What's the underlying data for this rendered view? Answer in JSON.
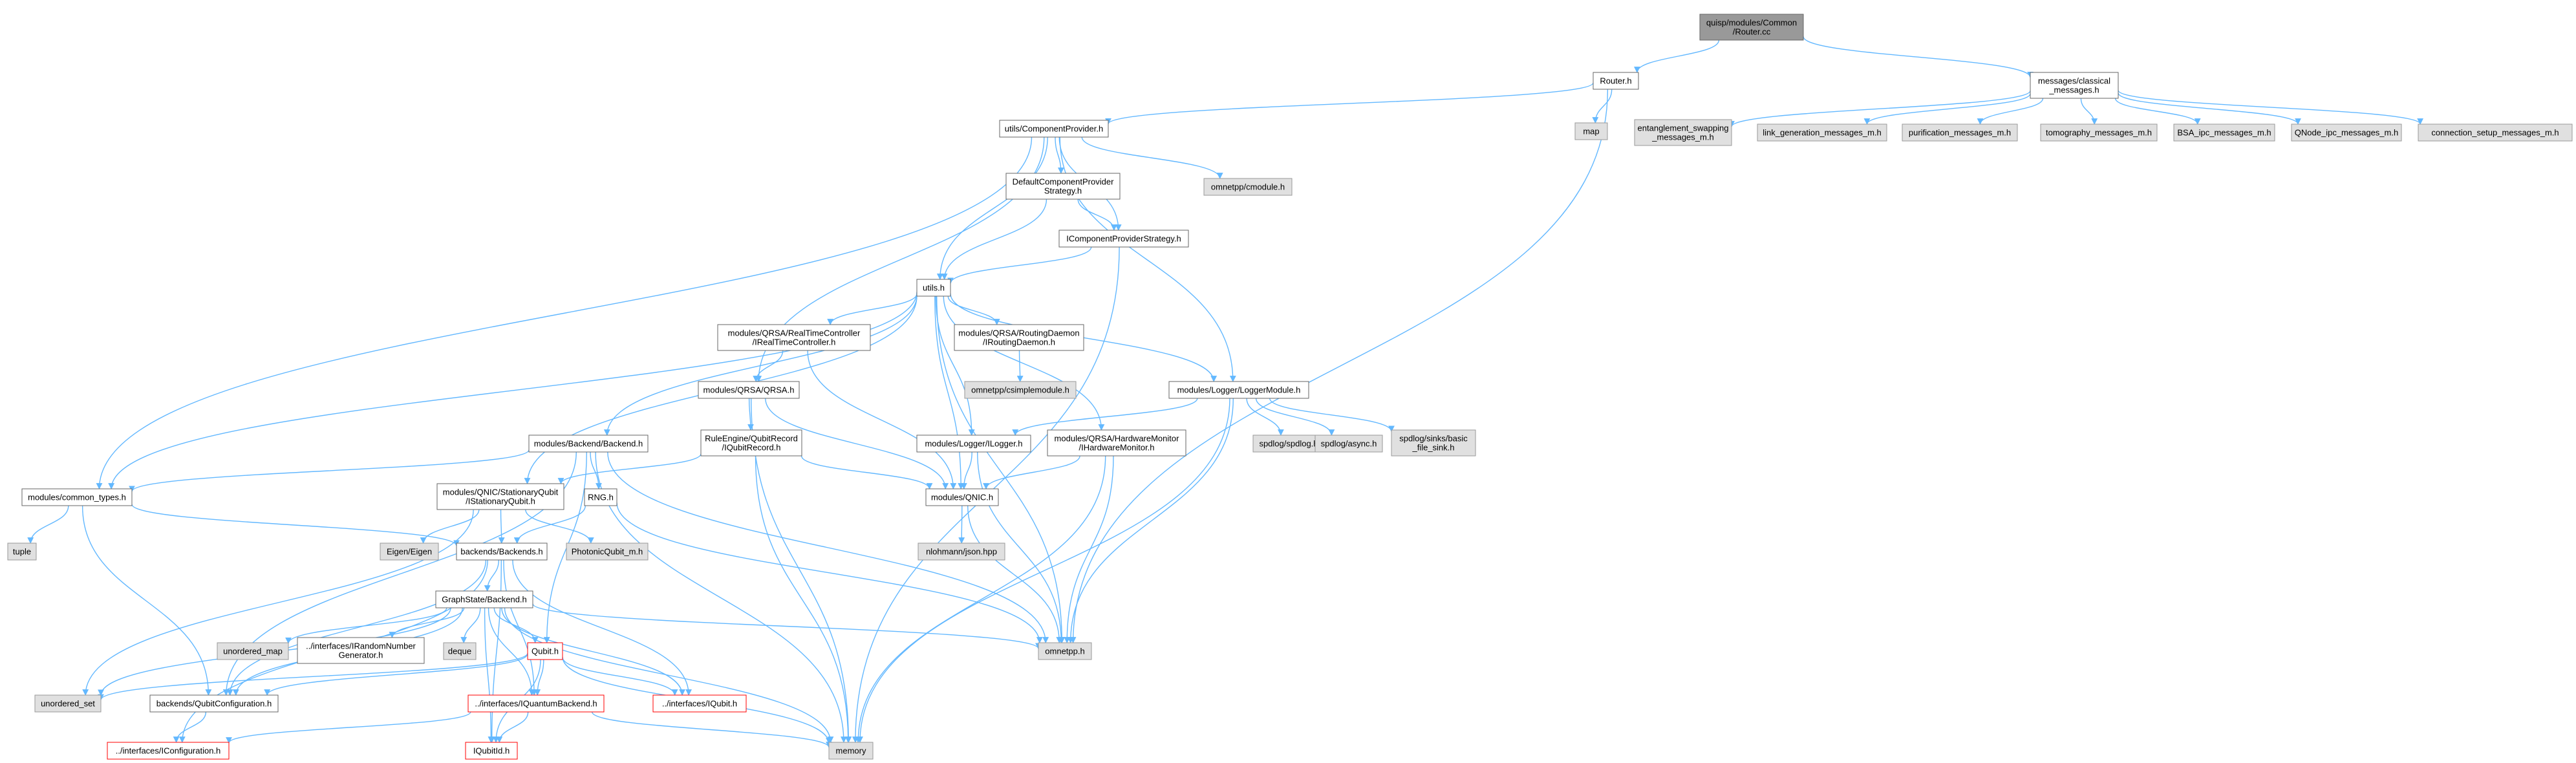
{
  "graph": {
    "nodes": [
      {
        "id": "root",
        "lines": [
          "quisp/modules/Common",
          "/Router.cc"
        ],
        "style": "root"
      },
      {
        "id": "router_h",
        "lines": [
          "Router.h"
        ],
        "style": "white"
      },
      {
        "id": "messages_classical",
        "lines": [
          "messages/classical",
          "_messages.h"
        ],
        "style": "white"
      },
      {
        "id": "map",
        "lines": [
          "map"
        ],
        "style": "gray"
      },
      {
        "id": "ent_swap",
        "lines": [
          "entanglement_swapping",
          "_messages_m.h"
        ],
        "style": "gray"
      },
      {
        "id": "link_gen",
        "lines": [
          "link_generation_messages_m.h"
        ],
        "style": "gray"
      },
      {
        "id": "purif",
        "lines": [
          "purification_messages_m.h"
        ],
        "style": "gray"
      },
      {
        "id": "tomo",
        "lines": [
          "tomography_messages_m.h"
        ],
        "style": "gray"
      },
      {
        "id": "bsa_ipc",
        "lines": [
          "BSA_ipc_messages_m.h"
        ],
        "style": "gray"
      },
      {
        "id": "qnode_ipc",
        "lines": [
          "QNode_ipc_messages_m.h"
        ],
        "style": "gray"
      },
      {
        "id": "conn_setup",
        "lines": [
          "connection_setup_messages_m.h"
        ],
        "style": "gray"
      },
      {
        "id": "comp_provider",
        "lines": [
          "utils/ComponentProvider.h"
        ],
        "style": "white"
      },
      {
        "id": "default_cps",
        "lines": [
          "DefaultComponentProvider",
          "Strategy.h"
        ],
        "style": "white"
      },
      {
        "id": "omnetpp_cmodule",
        "lines": [
          "omnetpp/cmodule.h"
        ],
        "style": "gray"
      },
      {
        "id": "icps",
        "lines": [
          "IComponentProviderStrategy.h"
        ],
        "style": "white"
      },
      {
        "id": "utils_h",
        "lines": [
          "utils.h"
        ],
        "style": "white"
      },
      {
        "id": "rtc",
        "lines": [
          "modules/QRSA/RealTimeController",
          "/IRealTimeController.h"
        ],
        "style": "white"
      },
      {
        "id": "routing_daemon",
        "lines": [
          "modules/QRSA/RoutingDaemon",
          "/IRoutingDaemon.h"
        ],
        "style": "white"
      },
      {
        "id": "csimplemodule",
        "lines": [
          "omnetpp/csimplemodule.h"
        ],
        "style": "gray"
      },
      {
        "id": "qrsa",
        "lines": [
          "modules/QRSA/QRSA.h"
        ],
        "style": "white"
      },
      {
        "id": "logger_module",
        "lines": [
          "modules/Logger/LoggerModule.h"
        ],
        "style": "white"
      },
      {
        "id": "backend_h",
        "lines": [
          "modules/Backend/Backend.h"
        ],
        "style": "white"
      },
      {
        "id": "qubit_record",
        "lines": [
          "RuleEngine/QubitRecord",
          "/IQubitRecord.h"
        ],
        "style": "white"
      },
      {
        "id": "ilogger",
        "lines": [
          "modules/Logger/ILogger.h"
        ],
        "style": "white"
      },
      {
        "id": "hw_monitor",
        "lines": [
          "modules/QRSA/HardwareMonitor",
          "/IHardwareMonitor.h"
        ],
        "style": "white"
      },
      {
        "id": "spdlog",
        "lines": [
          "spdlog/spdlog.h"
        ],
        "style": "gray"
      },
      {
        "id": "spdlog_async",
        "lines": [
          "spdlog/async.h"
        ],
        "style": "gray"
      },
      {
        "id": "spdlog_sinks",
        "lines": [
          "spdlog/sinks/basic",
          "_file_sink.h"
        ],
        "style": "gray"
      },
      {
        "id": "common_types",
        "lines": [
          "modules/common_types.h"
        ],
        "style": "white"
      },
      {
        "id": "stationary_qubit",
        "lines": [
          "modules/QNIC/StationaryQubit",
          "/IStationaryQubit.h"
        ],
        "style": "white"
      },
      {
        "id": "rng",
        "lines": [
          "RNG.h"
        ],
        "style": "white"
      },
      {
        "id": "qnic",
        "lines": [
          "modules/QNIC.h"
        ],
        "style": "white"
      },
      {
        "id": "tuple",
        "lines": [
          "tuple"
        ],
        "style": "gray"
      },
      {
        "id": "eigen",
        "lines": [
          "Eigen/Eigen"
        ],
        "style": "gray"
      },
      {
        "id": "backends",
        "lines": [
          "backends/Backends.h"
        ],
        "style": "white"
      },
      {
        "id": "photonic_qubit",
        "lines": [
          "PhotonicQubit_m.h"
        ],
        "style": "gray"
      },
      {
        "id": "nlohmann",
        "lines": [
          "nlohmann/json.hpp"
        ],
        "style": "gray"
      },
      {
        "id": "graphstate",
        "lines": [
          "GraphState/Backend.h"
        ],
        "style": "white"
      },
      {
        "id": "unordered_map",
        "lines": [
          "unordered_map"
        ],
        "style": "gray"
      },
      {
        "id": "irng",
        "lines": [
          "../interfaces/IRandomNumber",
          "Generator.h"
        ],
        "style": "white"
      },
      {
        "id": "deque",
        "lines": [
          "deque"
        ],
        "style": "gray"
      },
      {
        "id": "qubit_h",
        "lines": [
          "Qubit.h"
        ],
        "style": "red"
      },
      {
        "id": "omnetpp_h",
        "lines": [
          "omnetpp.h"
        ],
        "style": "gray"
      },
      {
        "id": "unordered_set",
        "lines": [
          "unordered_set"
        ],
        "style": "gray"
      },
      {
        "id": "qubit_config",
        "lines": [
          "backends/QubitConfiguration.h"
        ],
        "style": "white"
      },
      {
        "id": "iquantum_backend",
        "lines": [
          "../interfaces/IQuantumBackend.h"
        ],
        "style": "red"
      },
      {
        "id": "iqubit",
        "lines": [
          "../interfaces/IQubit.h"
        ],
        "style": "red"
      },
      {
        "id": "iconfiguration",
        "lines": [
          "../interfaces/IConfiguration.h"
        ],
        "style": "red"
      },
      {
        "id": "iqubitid",
        "lines": [
          "IQubitId.h"
        ],
        "style": "red"
      },
      {
        "id": "memory",
        "lines": [
          "memory"
        ],
        "style": "gray"
      }
    ],
    "edges": [
      [
        "root",
        "router_h"
      ],
      [
        "root",
        "messages_classical"
      ],
      [
        "router_h",
        "map"
      ],
      [
        "router_h",
        "comp_provider"
      ],
      [
        "router_h",
        "omnetpp_h"
      ],
      [
        "messages_classical",
        "ent_swap"
      ],
      [
        "messages_classical",
        "link_gen"
      ],
      [
        "messages_classical",
        "purif"
      ],
      [
        "messages_classical",
        "tomo"
      ],
      [
        "messages_classical",
        "bsa_ipc"
      ],
      [
        "messages_classical",
        "qnode_ipc"
      ],
      [
        "messages_classical",
        "conn_setup"
      ],
      [
        "comp_provider",
        "default_cps"
      ],
      [
        "comp_provider",
        "omnetpp_cmodule"
      ],
      [
        "comp_provider",
        "icps"
      ],
      [
        "comp_provider",
        "utils_h"
      ],
      [
        "comp_provider",
        "qrsa"
      ],
      [
        "comp_provider",
        "logger_module"
      ],
      [
        "comp_provider",
        "common_types"
      ],
      [
        "default_cps",
        "icps"
      ],
      [
        "default_cps",
        "utils_h"
      ],
      [
        "icps",
        "utils_h"
      ],
      [
        "icps",
        "memory"
      ],
      [
        "utils_h",
        "rtc"
      ],
      [
        "utils_h",
        "routing_daemon"
      ],
      [
        "utils_h",
        "logger_module"
      ],
      [
        "utils_h",
        "backend_h"
      ],
      [
        "utils_h",
        "ilogger"
      ],
      [
        "utils_h",
        "hw_monitor"
      ],
      [
        "utils_h",
        "qnic"
      ],
      [
        "utils_h",
        "common_types"
      ],
      [
        "utils_h",
        "stationary_qubit"
      ],
      [
        "utils_h",
        "omnetpp_h"
      ],
      [
        "rtc",
        "qrsa"
      ],
      [
        "rtc",
        "qnic"
      ],
      [
        "routing_daemon",
        "csimplemodule"
      ],
      [
        "qrsa",
        "qubit_record"
      ],
      [
        "qrsa",
        "qnic"
      ],
      [
        "qrsa",
        "memory"
      ],
      [
        "logger_module",
        "ilogger"
      ],
      [
        "logger_module",
        "spdlog"
      ],
      [
        "logger_module",
        "spdlog_async"
      ],
      [
        "logger_module",
        "spdlog_sinks"
      ],
      [
        "logger_module",
        "omnetpp_h"
      ],
      [
        "logger_module",
        "memory"
      ],
      [
        "backend_h",
        "common_types"
      ],
      [
        "backend_h",
        "rng"
      ],
      [
        "backend_h",
        "qubit_config"
      ],
      [
        "backend_h",
        "memory"
      ],
      [
        "backend_h",
        "omnetpp_h"
      ],
      [
        "backend_h",
        "qubit_h"
      ],
      [
        "qubit_record",
        "stationary_qubit"
      ],
      [
        "qubit_record",
        "qnic"
      ],
      [
        "qubit_record",
        "memory"
      ],
      [
        "ilogger",
        "qnic"
      ],
      [
        "ilogger",
        "omnetpp_h"
      ],
      [
        "hw_monitor",
        "qnic"
      ],
      [
        "hw_monitor",
        "omnetpp_h"
      ],
      [
        "hw_monitor",
        "memory"
      ],
      [
        "common_types",
        "tuple"
      ],
      [
        "common_types",
        "backends"
      ],
      [
        "common_types",
        "qubit_config"
      ],
      [
        "stationary_qubit",
        "eigen"
      ],
      [
        "stationary_qubit",
        "photonic_qubit"
      ],
      [
        "stationary_qubit",
        "backends"
      ],
      [
        "stationary_qubit",
        "unordered_set"
      ],
      [
        "rng",
        "backends"
      ],
      [
        "rng",
        "omnetpp_h"
      ],
      [
        "qnic",
        "nlohmann"
      ],
      [
        "qnic",
        "omnetpp_h"
      ],
      [
        "backends",
        "graphstate"
      ],
      [
        "backends",
        "iquantum_backend"
      ],
      [
        "backends",
        "iqubit"
      ],
      [
        "backends",
        "iconfiguration"
      ],
      [
        "backends",
        "qubit_config"
      ],
      [
        "backends",
        "iqubitid"
      ],
      [
        "graphstate",
        "unordered_map"
      ],
      [
        "graphstate",
        "irng"
      ],
      [
        "graphstate",
        "deque"
      ],
      [
        "graphstate",
        "qubit_h"
      ],
      [
        "graphstate",
        "omnetpp_h"
      ],
      [
        "graphstate",
        "unordered_set"
      ],
      [
        "graphstate",
        "qubit_config"
      ],
      [
        "graphstate",
        "iquantum_backend"
      ],
      [
        "graphstate",
        "iqubit"
      ],
      [
        "graphstate",
        "iqubitid"
      ],
      [
        "graphstate",
        "memory"
      ],
      [
        "qubit_h",
        "unordered_set"
      ],
      [
        "qubit_h",
        "qubit_config"
      ],
      [
        "qubit_h",
        "iquantum_backend"
      ],
      [
        "qubit_h",
        "iqubit"
      ],
      [
        "qubit_h",
        "iqubitid"
      ],
      [
        "qubit_h",
        "memory"
      ],
      [
        "qubit_config",
        "iconfiguration"
      ],
      [
        "iquantum_backend",
        "iqubitid"
      ],
      [
        "iquantum_backend",
        "iconfiguration"
      ],
      [
        "iquantum_backend",
        "memory"
      ]
    ]
  }
}
